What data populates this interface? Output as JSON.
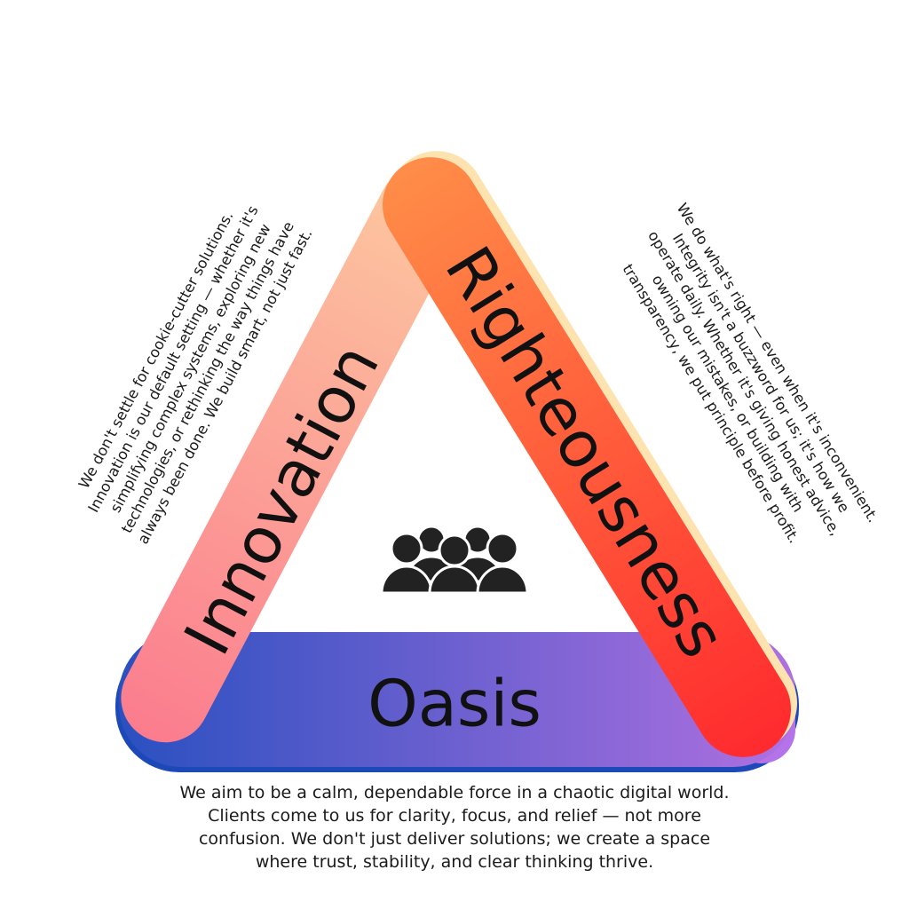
{
  "pillars": {
    "innovation": {
      "label": "Innovation",
      "colors": [
        "#fb8090",
        "#fdc7a0"
      ]
    },
    "righteousness": {
      "label": "Righteousness",
      "colors": [
        "#ff8a4a",
        "#ff2e2e"
      ]
    },
    "oasis": {
      "label": "Oasis",
      "colors": [
        "#2a50c0",
        "#b070e0"
      ]
    }
  },
  "center_icon": "group-of-people-icon",
  "descriptions": {
    "innovation": [
      "We don't settle for cookie-cutter solutions.",
      "Innovation is our default setting — whether it's",
      "simplifying complex systems, exploring new",
      "technologies, or rethinking the way things have",
      "always been done. We build smart, not just fast."
    ],
    "righteousness": [
      "We do what's right — even when it's inconvenient.",
      "Integrity isn't a buzzword for us; it's how we",
      "operate daily. Whether it's giving honest advice,",
      "owning our mistakes, or building with",
      "transparency, we put principle before profit."
    ],
    "oasis": [
      "We aim to be a calm, dependable force in a chaotic digital world.",
      "Clients come to us for clarity, focus, and relief — not more",
      "confusion. We don't just deliver solutions; we create a space",
      "where trust, stability, and clear thinking thrive."
    ]
  }
}
